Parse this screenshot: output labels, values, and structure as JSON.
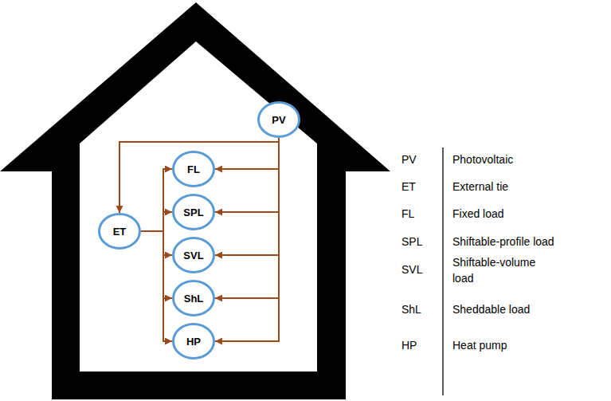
{
  "diagram": {
    "nodes": [
      {
        "text": [
          "PV"
        ]
      },
      {
        "text": [
          "ET"
        ]
      },
      {
        "text": [
          "FL"
        ]
      },
      {
        "text": [
          "SPL"
        ]
      },
      {
        "text": [
          "SVL"
        ]
      },
      {
        "text": [
          "ShL"
        ]
      },
      {
        "text": [
          "HP"
        ]
      }
    ],
    "edges": [
      {
        "from": 0,
        "to": 1,
        "arrow": "to"
      },
      {
        "from": 0,
        "to": 2,
        "arrow": "to"
      },
      {
        "from": 0,
        "to": 3,
        "arrow": "to"
      },
      {
        "from": 0,
        "to": 4,
        "arrow": "to"
      },
      {
        "from": 0,
        "to": 5,
        "arrow": "to"
      },
      {
        "from": 0,
        "to": 6,
        "arrow": "to"
      },
      {
        "from": 1,
        "to": 2,
        "arrow": "to"
      },
      {
        "from": 1,
        "to": 3,
        "arrow": "to"
      },
      {
        "from": 1,
        "to": 4,
        "arrow": "to"
      },
      {
        "from": 1,
        "to": 5,
        "arrow": "to"
      },
      {
        "from": 1,
        "to": 6,
        "arrow": "to"
      }
    ],
    "labels": [
      "PV",
      "Photovoltaic",
      "ET",
      "External tie",
      "FL",
      "Fixed load",
      "SPL",
      "Shiftable-profile load",
      "SVL",
      "Shiftable-volume load",
      "ShL",
      "Sheddable load",
      "HP",
      "Heat pump"
    ]
  }
}
